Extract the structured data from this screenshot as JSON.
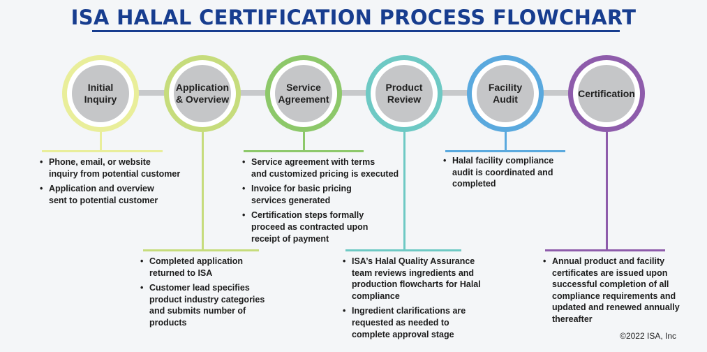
{
  "title": "ISA HALAL CERTIFICATION PROCESS FLOWCHART",
  "copyright": "©2022 ISA, Inc",
  "colors": {
    "title": "#173d8f",
    "connector": "#c7c9cb",
    "node_fill": "#c5c6c8",
    "stages": [
      "#e9ee9a",
      "#c6dc7c",
      "#8dc86a",
      "#6ec9c4",
      "#5aa9de",
      "#8e5cab"
    ]
  },
  "stages": [
    {
      "label": "Initial\nInquiry",
      "notes": [
        "Phone, email, or website\ninquiry from potential customer",
        "Application and overview\nsent to potential customer"
      ]
    },
    {
      "label": "Application\n& Overview",
      "notes": [
        "Completed application\nreturned to ISA",
        "Customer lead specifies\nproduct industry categories\nand submits number of\nproducts"
      ]
    },
    {
      "label": "Service\nAgreement",
      "notes": [
        "Service agreement with terms\nand customized pricing is executed",
        "Invoice for basic pricing\nservices generated",
        "Certification steps formally\nproceed as contracted upon\nreceipt of payment"
      ]
    },
    {
      "label": "Product\nReview",
      "notes": [
        "ISA’s Halal Quality Assurance\nteam reviews ingredients and\nproduction flowcharts for Halal\ncompliance",
        "Ingredient clarifications are\nrequested as needed to\ncomplete approval stage"
      ]
    },
    {
      "label": "Facility\nAudit",
      "notes": [
        "Halal facility compliance\naudit is coordinated and\ncompleted"
      ]
    },
    {
      "label": "Certification",
      "notes": [
        "Annual product and facility\ncertificates are issued upon\nsuccessful completion of all\ncompliance requirements and\nupdated and renewed annually\nthereafter"
      ]
    }
  ]
}
